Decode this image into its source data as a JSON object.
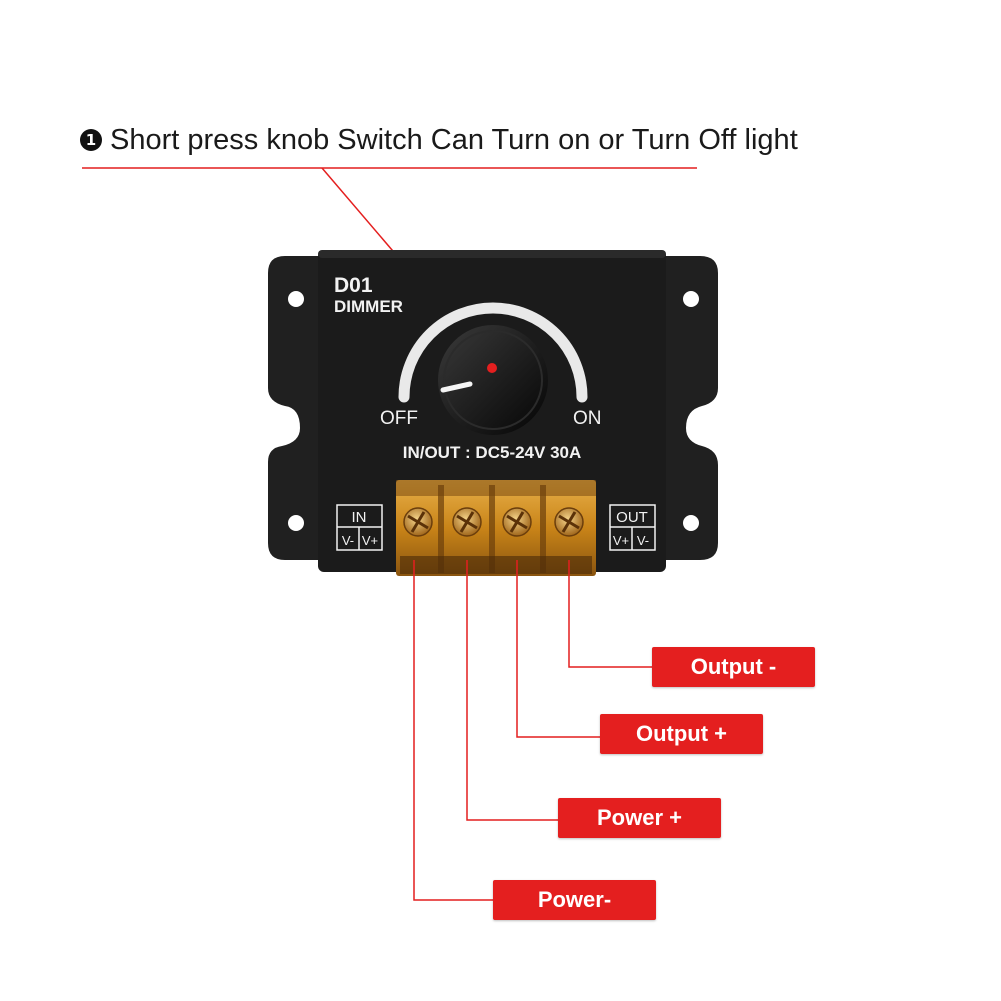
{
  "headline": {
    "number": "1",
    "text": "Short press knob Switch Can Turn on or  Turn Off light"
  },
  "device": {
    "model": "D01",
    "name": "DIMMER",
    "off_label": "OFF",
    "on_label": "ON",
    "rating": "IN/OUT : DC5-24V 30A",
    "in_label": "IN",
    "in_neg": "V-",
    "in_pos": "V+",
    "out_label": "OUT",
    "out_pos": "V+",
    "out_neg": "V-"
  },
  "terminals": {
    "output_negative": "Output -",
    "output_positive": "Output +",
    "power_positive": "Power +",
    "power_negative": "Power-"
  },
  "colors": {
    "accent_red": "#e41f1f",
    "device_body": "#1b1b1b",
    "terminal_amber": "#d89a28"
  }
}
